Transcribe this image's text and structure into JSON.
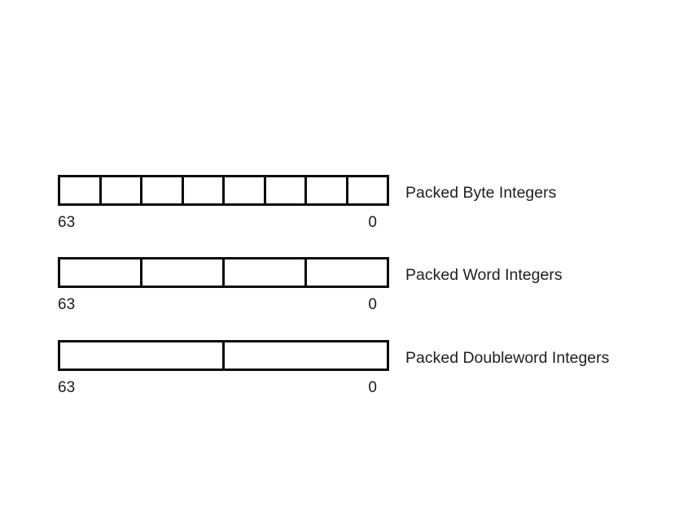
{
  "figure": {
    "background_color": "#ffffff",
    "line_color": "#0a0a0a",
    "text_color": "#1f1f1f",
    "register_width_bits": 64
  },
  "rows": [
    {
      "id": "packed-byte",
      "label": "Packed Byte Integers",
      "cells": 8,
      "bits_per_cell": 8,
      "msb_label": "63",
      "lsb_label": "0"
    },
    {
      "id": "packed-word",
      "label": "Packed Word Integers",
      "cells": 4,
      "bits_per_cell": 16,
      "msb_label": "63",
      "lsb_label": "0"
    },
    {
      "id": "packed-doubleword",
      "label": "Packed Doubleword Integers",
      "cells": 2,
      "bits_per_cell": 32,
      "msb_label": "63",
      "lsb_label": "0"
    }
  ]
}
